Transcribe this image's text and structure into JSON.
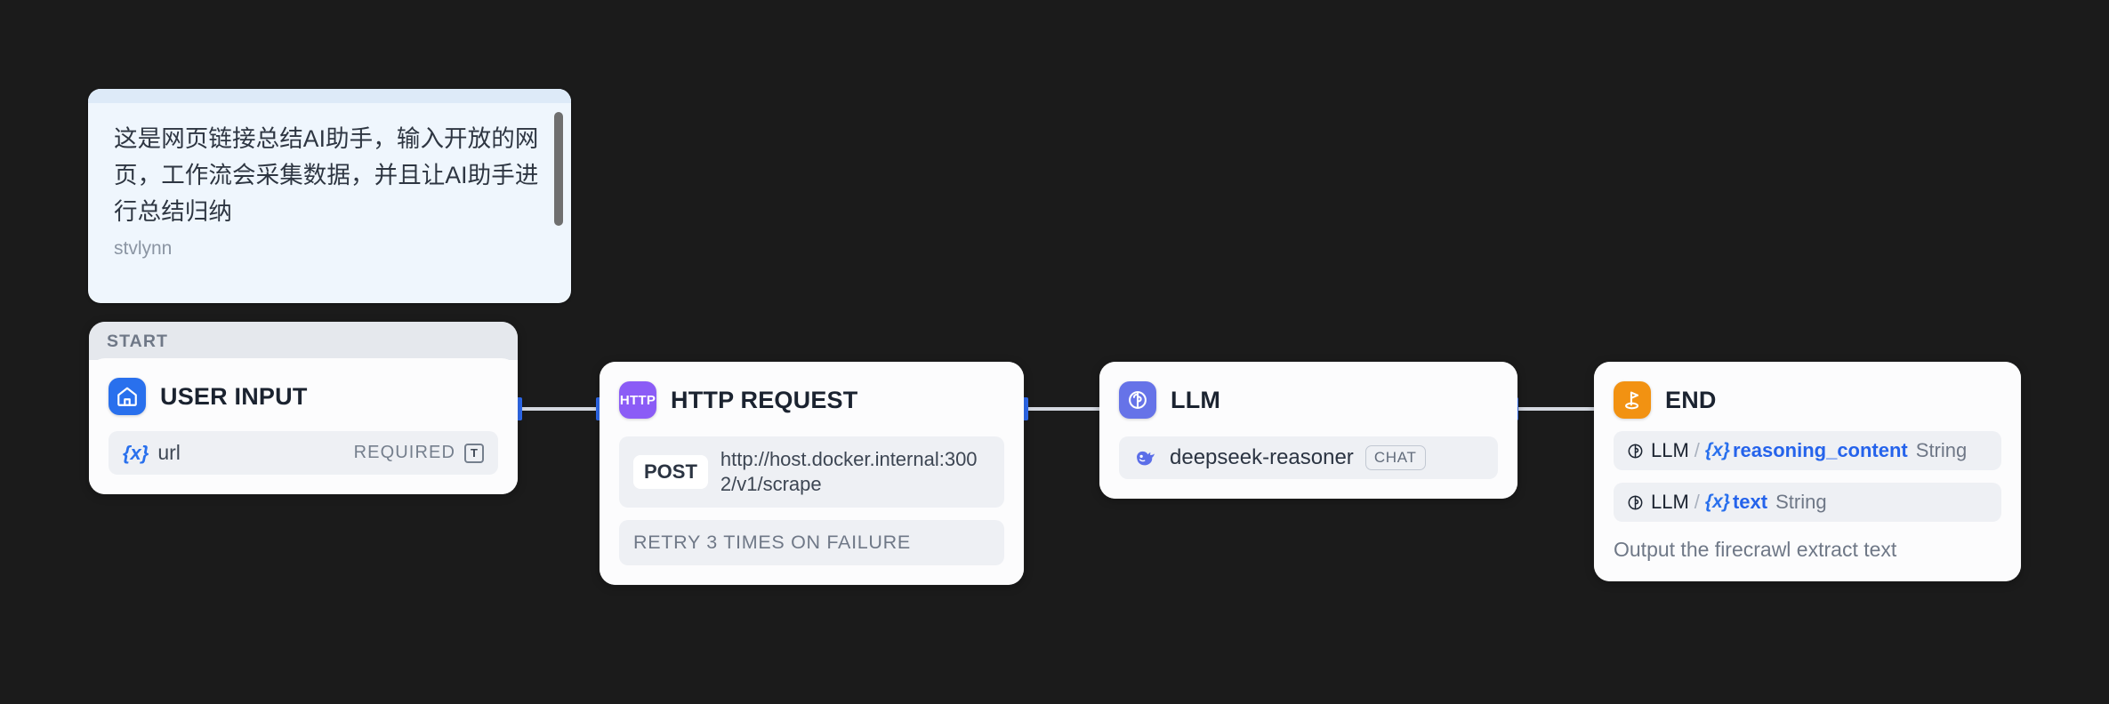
{
  "canvas": {
    "background": "#1b1b1b"
  },
  "note": {
    "text": "这是网页链接总结AI助手，输入开放的网页，工作流会采集数据，并且让AI助手进行总结归纳",
    "author": "stvlynn"
  },
  "nodes": {
    "start": {
      "band_label": "START",
      "title": "USER INPUT",
      "icon": "home-icon",
      "icon_color": "#2970ed",
      "variable": {
        "brace": "{x}",
        "name": "url",
        "required_label": "REQUIRED",
        "type_badge": "T"
      }
    },
    "http": {
      "title": "HTTP REQUEST",
      "icon": "http-icon",
      "icon_label": "HTTP",
      "icon_color": "#8b5cf6",
      "method": "POST",
      "url": "http://host.docker.internal:3002/v1/scrape",
      "retry": "RETRY 3 TIMES ON FAILURE"
    },
    "llm": {
      "title": "LLM",
      "icon": "brain-icon",
      "icon_color": "#6673e8",
      "model_icon": "deepseek-whale-icon",
      "model": "deepseek-reasoner",
      "mode_badge": "CHAT"
    },
    "end": {
      "title": "END",
      "icon": "golf-flag-icon",
      "icon_color": "#f29212",
      "outputs": [
        {
          "source": "LLM",
          "slash": "/",
          "brace": "{x}",
          "name": "reasoning_content",
          "type": "String"
        },
        {
          "source": "LLM",
          "slash": "/",
          "brace": "{x}",
          "name": "text",
          "type": "String"
        }
      ],
      "description": "Output the firecrawl extract text"
    }
  },
  "edges": {
    "accent_color": "#2f6df5",
    "line_color": "#d4d8e0"
  }
}
